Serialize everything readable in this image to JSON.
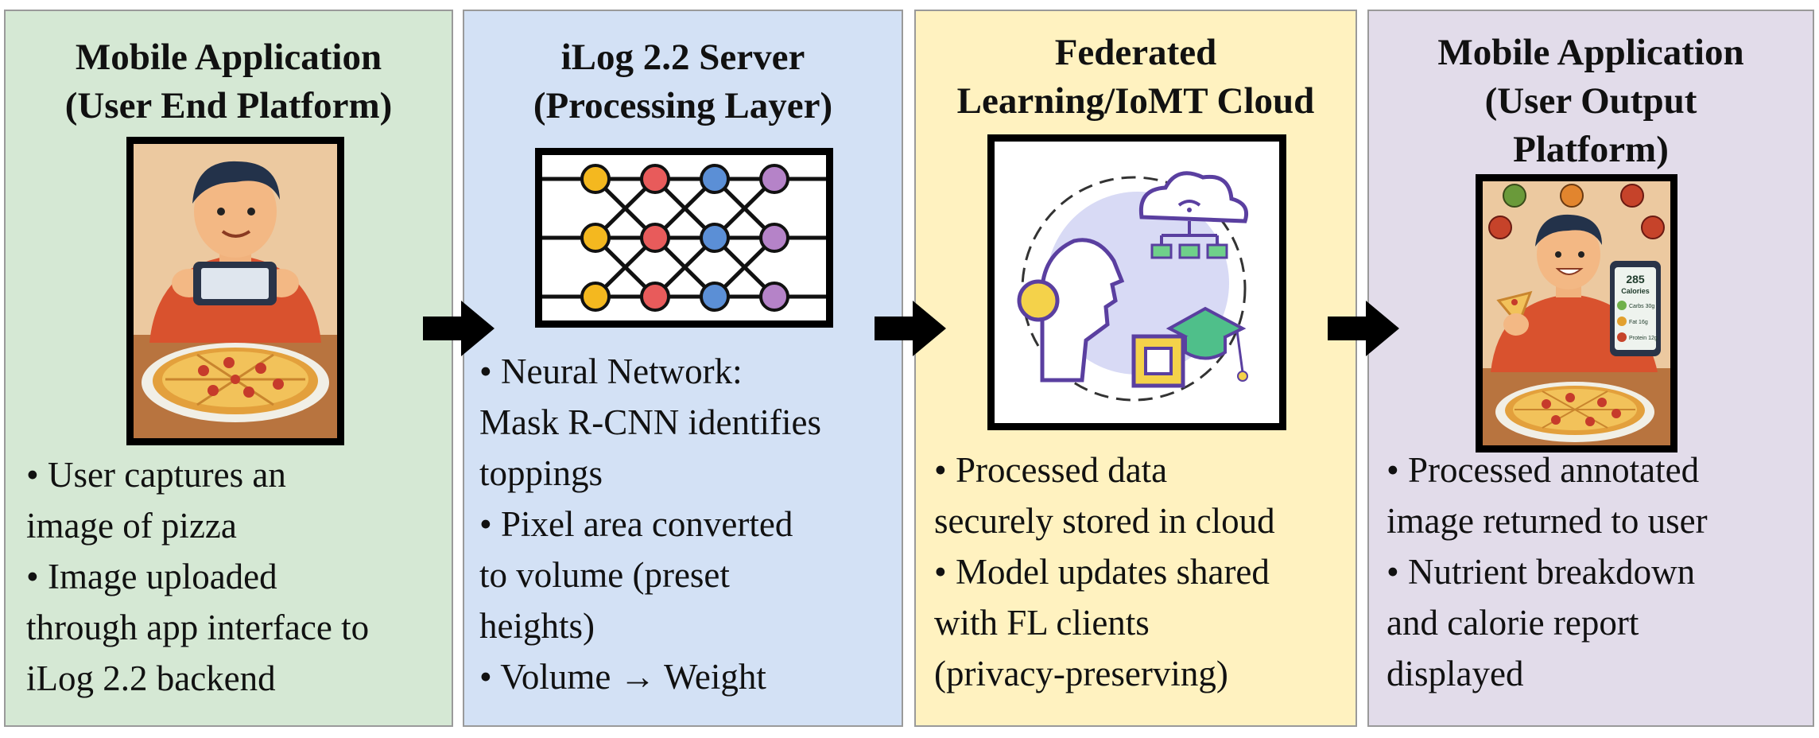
{
  "panels": [
    {
      "title": [
        "Mobile Application",
        "(User End Platform)"
      ],
      "bullets": [
        "• User captures an",
        "image of pizza",
        "• Image uploaded",
        "through app interface to",
        "iLog 2.2 backend"
      ]
    },
    {
      "title": [
        "iLog 2.2 Server",
        "(Processing Layer)"
      ],
      "bullets": [
        "• Neural Network:",
        "Mask R-CNN identifies",
        "toppings",
        "• Pixel area converted",
        "to volume (preset",
        "heights)",
        "• Volume → Weight"
      ]
    },
    {
      "title": [
        "Federated",
        "Learning/IoMT Cloud"
      ],
      "bullets": [
        "• Processed data",
        "securely stored in cloud",
        "• Model updates shared",
        "with FL clients",
        "(privacy-preserving)"
      ]
    },
    {
      "title": [
        "Mobile Application",
        "(User Output",
        "Platform)"
      ],
      "bullets": [
        "• Processed annotated",
        "image returned to user",
        "• Nutrient breakdown",
        "and calorie report",
        "displayed"
      ]
    }
  ],
  "phone_screen": {
    "calories_value": "285",
    "calories_label": "Calories",
    "rows": [
      "Carbs 30g",
      "Fat 16g",
      "Protein 12g"
    ]
  },
  "colors": {
    "panel1_bg": "#d5e8d4",
    "panel2_bg": "#d3e1f5",
    "panel3_bg": "#fff2c0",
    "panel4_bg": "#e2dcea",
    "node_col1": "#f4b81f",
    "node_col2": "#e85b5b",
    "node_col3": "#5b8fd6",
    "node_col4": "#b583c8"
  },
  "icons": [
    "pizza-photo-illustration",
    "neural-network-icon",
    "ai-cloud-federated-icon",
    "nutrition-result-illustration",
    "right-arrow-icon"
  ]
}
